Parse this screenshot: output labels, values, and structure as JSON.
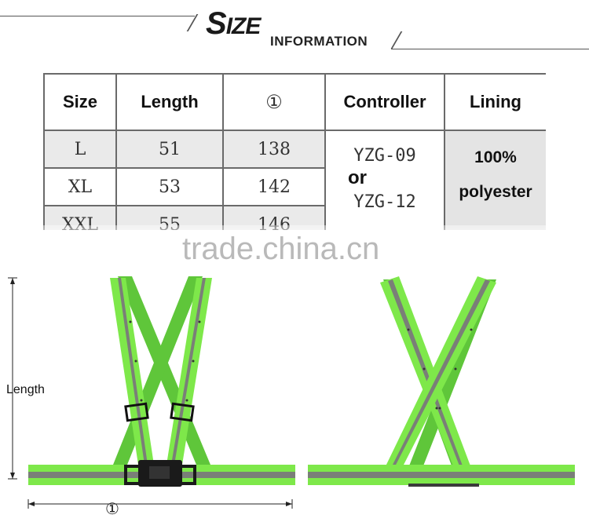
{
  "header": {
    "title_big": "S",
    "title_rest": "IZE",
    "subtitle": "INFORMATION"
  },
  "table": {
    "headers": [
      "Size",
      "Length",
      "①",
      "Controller",
      "Lining"
    ],
    "rows": [
      {
        "size": "L",
        "length": "51",
        "circ": "138"
      },
      {
        "size": "XL",
        "length": "53",
        "circ": "142"
      },
      {
        "size": "XXL",
        "length": "55",
        "circ": "146"
      }
    ],
    "controller": {
      "code_a": "YZG-09",
      "or": "or",
      "code_b": "YZG-12"
    },
    "lining": {
      "line1": "100%",
      "line2": "polyester"
    }
  },
  "watermark": "trade.china.cn",
  "diagram": {
    "length_label": "Length",
    "circ_label": "①",
    "colors": {
      "strap": "#7ee84a",
      "strap_dark": "#5fc63a",
      "reflective": "#7a7f78",
      "buckle": "#1a1a1a"
    }
  }
}
